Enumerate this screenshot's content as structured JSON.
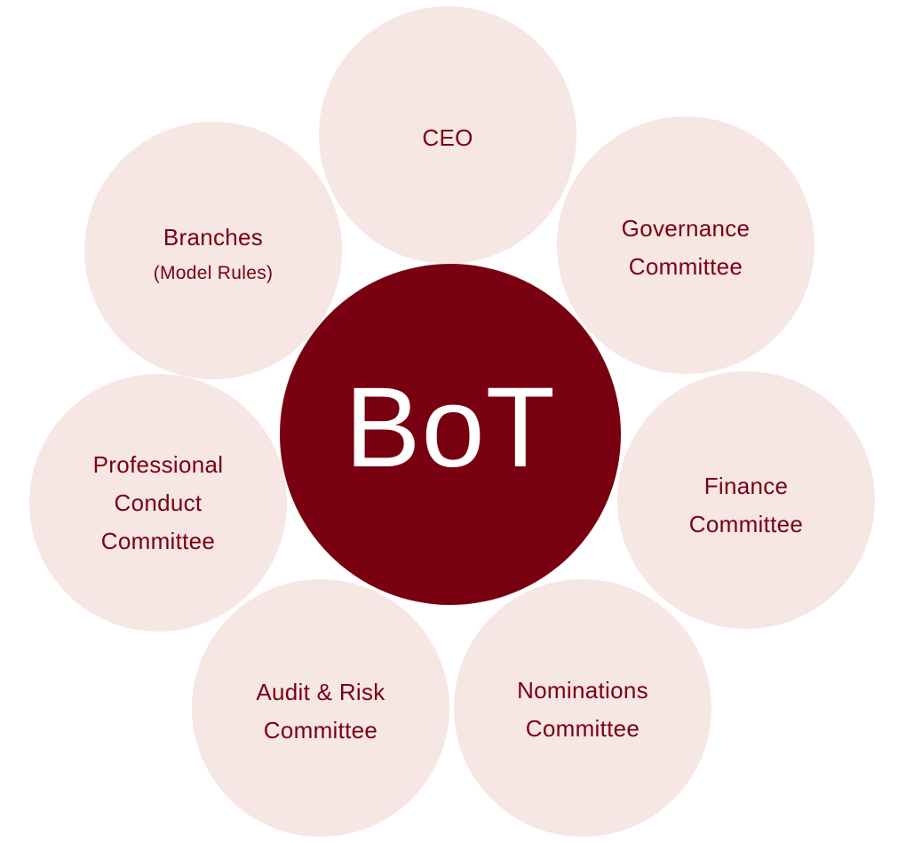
{
  "diagram": {
    "center": {
      "label": "BoT"
    },
    "nodes": {
      "ceo": {
        "lines": [
          "CEO"
        ]
      },
      "governance": {
        "lines": [
          "Governance",
          "Committee"
        ]
      },
      "finance": {
        "lines": [
          "Finance",
          "Committee"
        ]
      },
      "nominations": {
        "lines": [
          "Nominations",
          "Committee"
        ]
      },
      "audit": {
        "lines": [
          "Audit & Risk",
          "Committee"
        ]
      },
      "professional": {
        "lines": [
          "Professional",
          "Conduct",
          "Committee"
        ]
      },
      "branches": {
        "lines": [
          "Branches"
        ],
        "sub": "(Model Rules)"
      }
    },
    "colors": {
      "center_fill": "#780010",
      "satellite_fill": "#f6e6e4",
      "satellite_text": "#7a0010",
      "center_text": "#ffffff"
    }
  }
}
